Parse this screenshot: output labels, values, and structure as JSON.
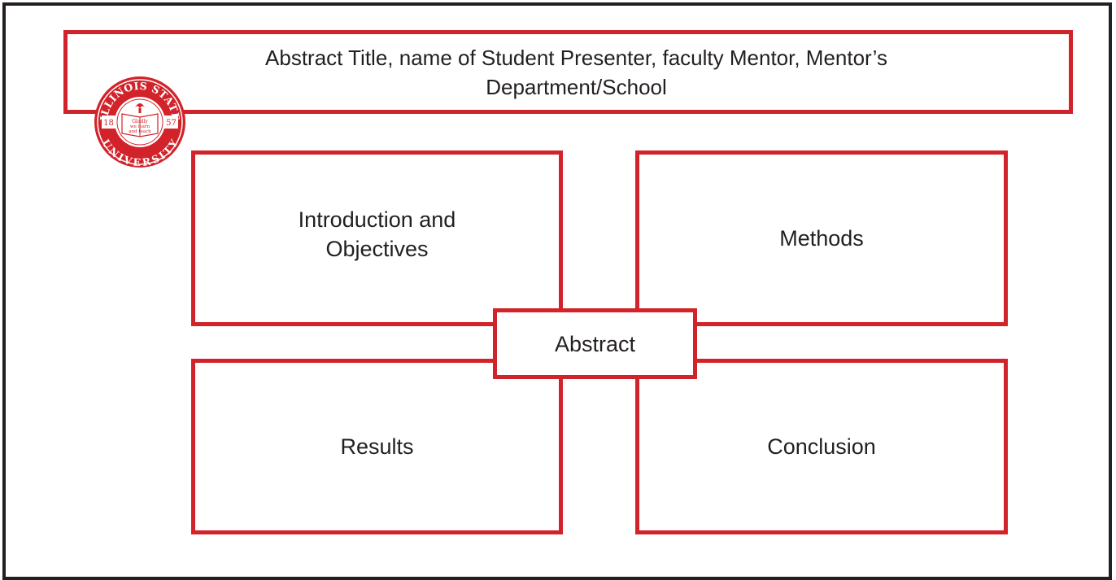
{
  "header": {
    "title": "Abstract Title, name of Student Presenter, faculty Mentor, Mentor’s Department/School"
  },
  "logo": {
    "arc_top": "ILLINOIS STATE",
    "arc_bottom": "UNIVERSITY",
    "year_left": "18",
    "year_right": "57",
    "motto_line1": "Gladly",
    "motto_line2": "we learn",
    "motto_line3": "and teach",
    "color": "#d2232a"
  },
  "sections": {
    "introduction": "Introduction and Objectives",
    "methods": "Methods",
    "abstract": "Abstract",
    "results": "Results",
    "conclusion": "Conclusion"
  },
  "colors": {
    "accent": "#d2232a",
    "frame": "#231f20"
  }
}
